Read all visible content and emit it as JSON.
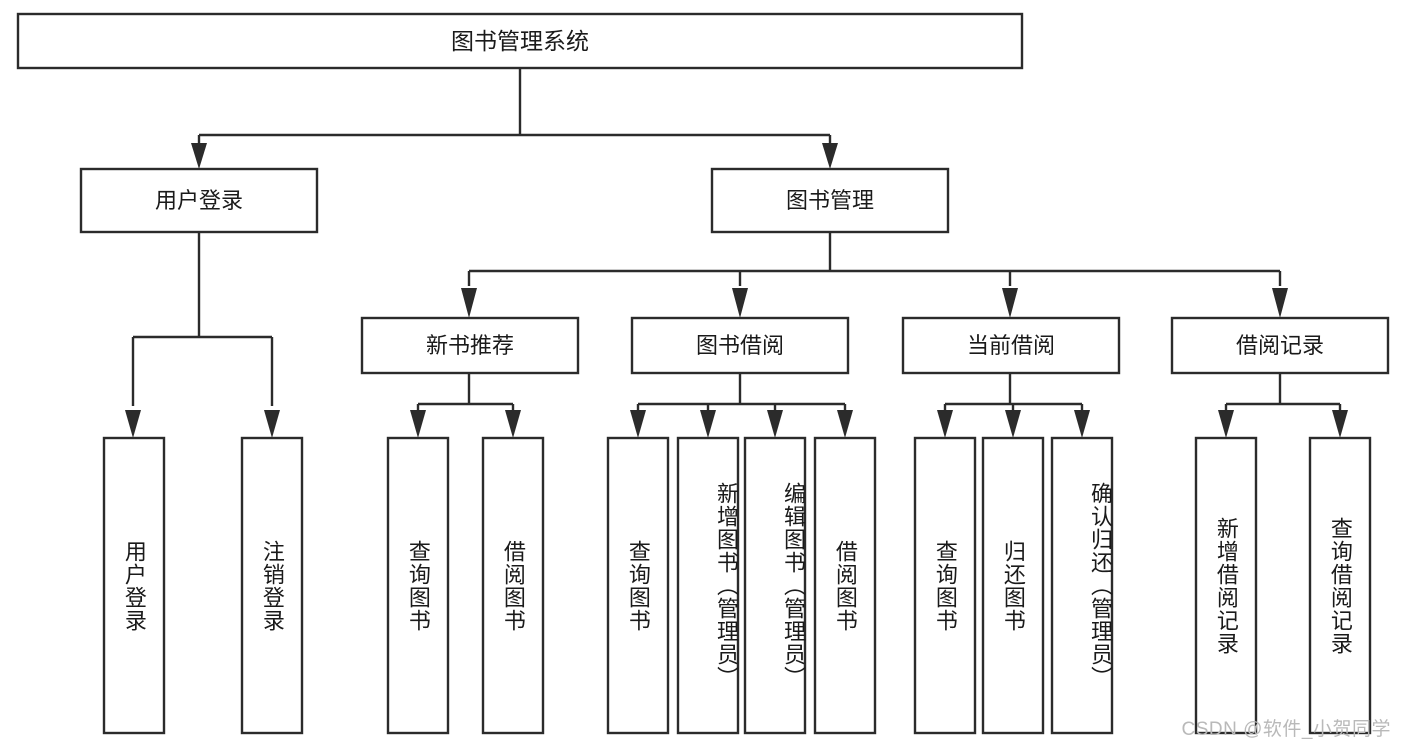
{
  "diagram": {
    "type": "hierarchy-tree",
    "title": "图书管理系统",
    "watermark": "CSDN @软件_小贺同学",
    "colors": {
      "background": "#ffffff",
      "box_stroke": "#2b2b2b",
      "box_fill": "#ffffff",
      "text": "#1a1a1a",
      "watermark": "#b9b9b9"
    },
    "levels": {
      "root": {
        "label": "图书管理系统"
      },
      "level2": [
        {
          "id": "user-login",
          "label": "用户登录"
        },
        {
          "id": "book-manage",
          "label": "图书管理"
        }
      ],
      "level3": [
        {
          "id": "new-book-recommend",
          "label": "新书推荐",
          "parent": "book-manage"
        },
        {
          "id": "book-borrow",
          "label": "图书借阅",
          "parent": "book-manage"
        },
        {
          "id": "current-borrow",
          "label": "当前借阅",
          "parent": "book-manage"
        },
        {
          "id": "borrow-record",
          "label": "借阅记录",
          "parent": "book-manage"
        }
      ],
      "leaves": [
        {
          "id": "leaf-user-login",
          "label": "用户登录",
          "parent": "user-login"
        },
        {
          "id": "leaf-logout-login",
          "label": "注销登录",
          "parent": "user-login"
        },
        {
          "id": "leaf-query-book-1",
          "label": "查询图书",
          "parent": "new-book-recommend"
        },
        {
          "id": "leaf-borrow-book-1",
          "label": "借阅图书",
          "parent": "new-book-recommend"
        },
        {
          "id": "leaf-query-book-2",
          "label": "查询图书",
          "parent": "book-borrow"
        },
        {
          "id": "leaf-add-book",
          "label": "新增图书（管理员）",
          "parent": "book-borrow"
        },
        {
          "id": "leaf-edit-book",
          "label": "编辑图书（管理员）",
          "parent": "book-borrow"
        },
        {
          "id": "leaf-borrow-book-2",
          "label": "借阅图书",
          "parent": "book-borrow"
        },
        {
          "id": "leaf-query-book-3",
          "label": "查询图书",
          "parent": "current-borrow"
        },
        {
          "id": "leaf-return-book",
          "label": "归还图书",
          "parent": "current-borrow"
        },
        {
          "id": "leaf-confirm-return",
          "label": "确认归还（管理员）",
          "parent": "current-borrow"
        },
        {
          "id": "leaf-add-record",
          "label": "新增借阅记录",
          "parent": "borrow-record"
        },
        {
          "id": "leaf-query-record",
          "label": "查询借阅记录",
          "parent": "borrow-record"
        }
      ]
    }
  }
}
